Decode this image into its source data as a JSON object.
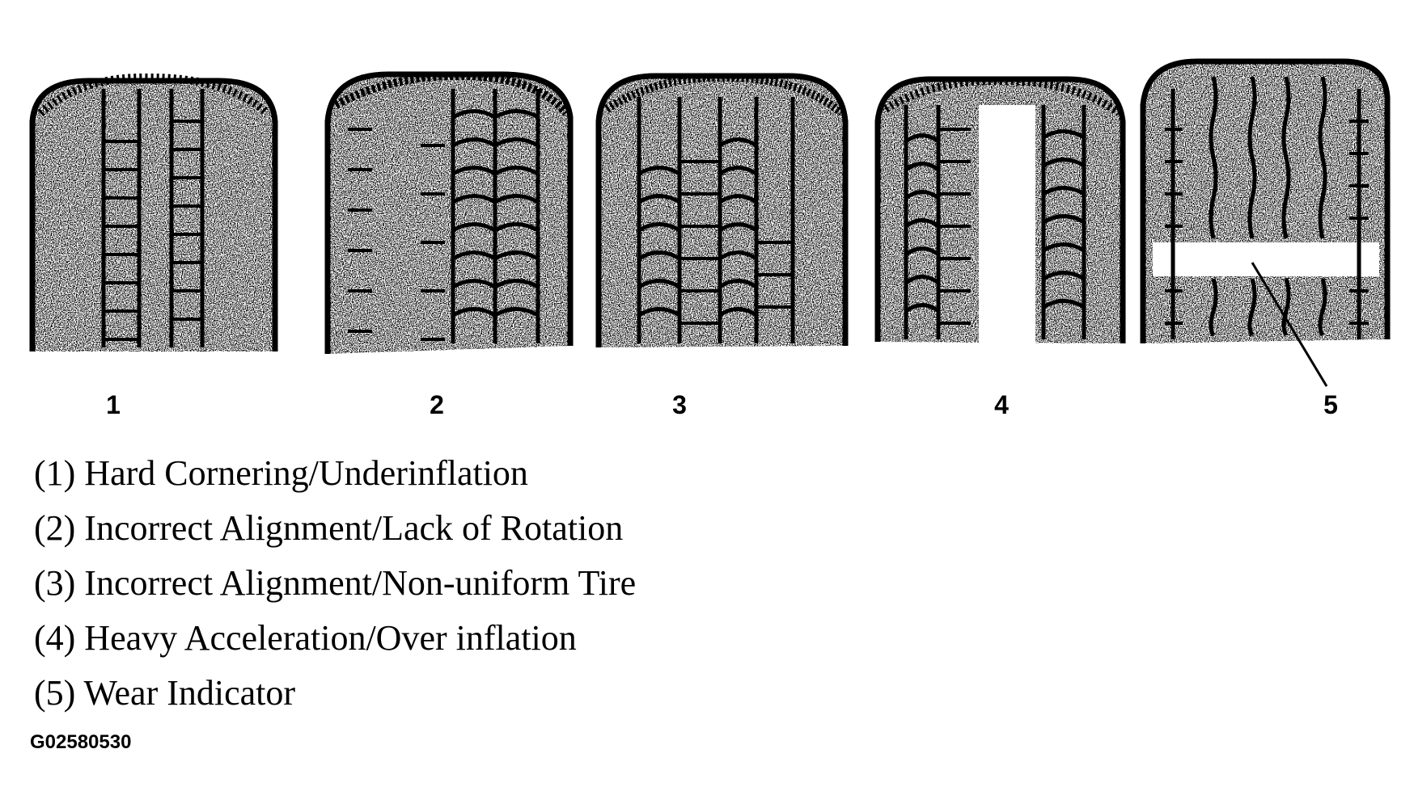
{
  "tire_numbers": [
    "1",
    "2",
    "3",
    "4",
    "5"
  ],
  "legend": [
    "(1) Hard Cornering/Underinflation",
    "(2) Incorrect Alignment/Lack of Rotation",
    "(3) Incorrect Alignment/Non-uniform Tire",
    "(4) Heavy Acceleration/Over inflation",
    "(5) Wear Indicator"
  ],
  "figure_id": "G02580530",
  "colors": {
    "ink": "#000000",
    "paper": "#ffffff"
  }
}
